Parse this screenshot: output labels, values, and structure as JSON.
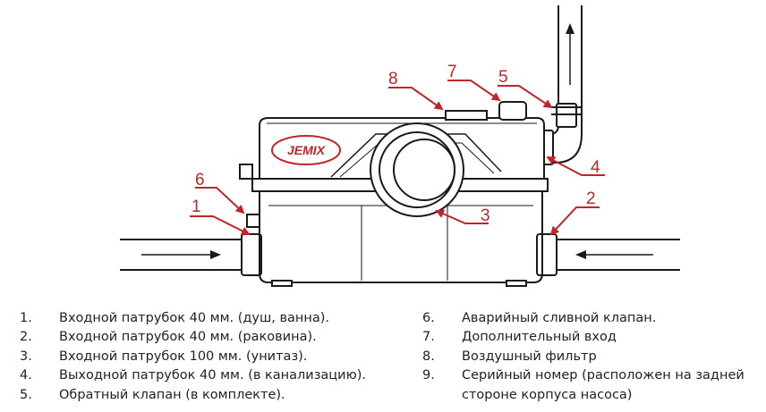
{
  "diagram": {
    "logo": "JEMIX",
    "callouts": [
      "1",
      "2",
      "3",
      "4",
      "5",
      "6",
      "7",
      "8"
    ]
  },
  "legend": {
    "left": [
      {
        "num": "1.",
        "text": "Входной патрубок 40 мм. (душ, ванна)."
      },
      {
        "num": "2.",
        "text": "Входной патрубок 40 мм. (раковина)."
      },
      {
        "num": "3.",
        "text": "Входной патрубок 100 мм. (унитаз)."
      },
      {
        "num": "4.",
        "text": "Выходной патрубок 40 мм. (в канализацию)."
      },
      {
        "num": "5.",
        "text": "Обратный клапан (в комплекте)."
      }
    ],
    "right": [
      {
        "num": "6.",
        "text": "Аварийный сливной клапан."
      },
      {
        "num": "7.",
        "text": "Дополнительный вход"
      },
      {
        "num": "8.",
        "text": "Воздушный фильтр"
      },
      {
        "num": "9.",
        "text": "Серийный номер (расположен на задней стороне корпуса насоса)"
      }
    ]
  },
  "colors": {
    "accent": "#c0252b",
    "line": "#1a1a1a"
  }
}
